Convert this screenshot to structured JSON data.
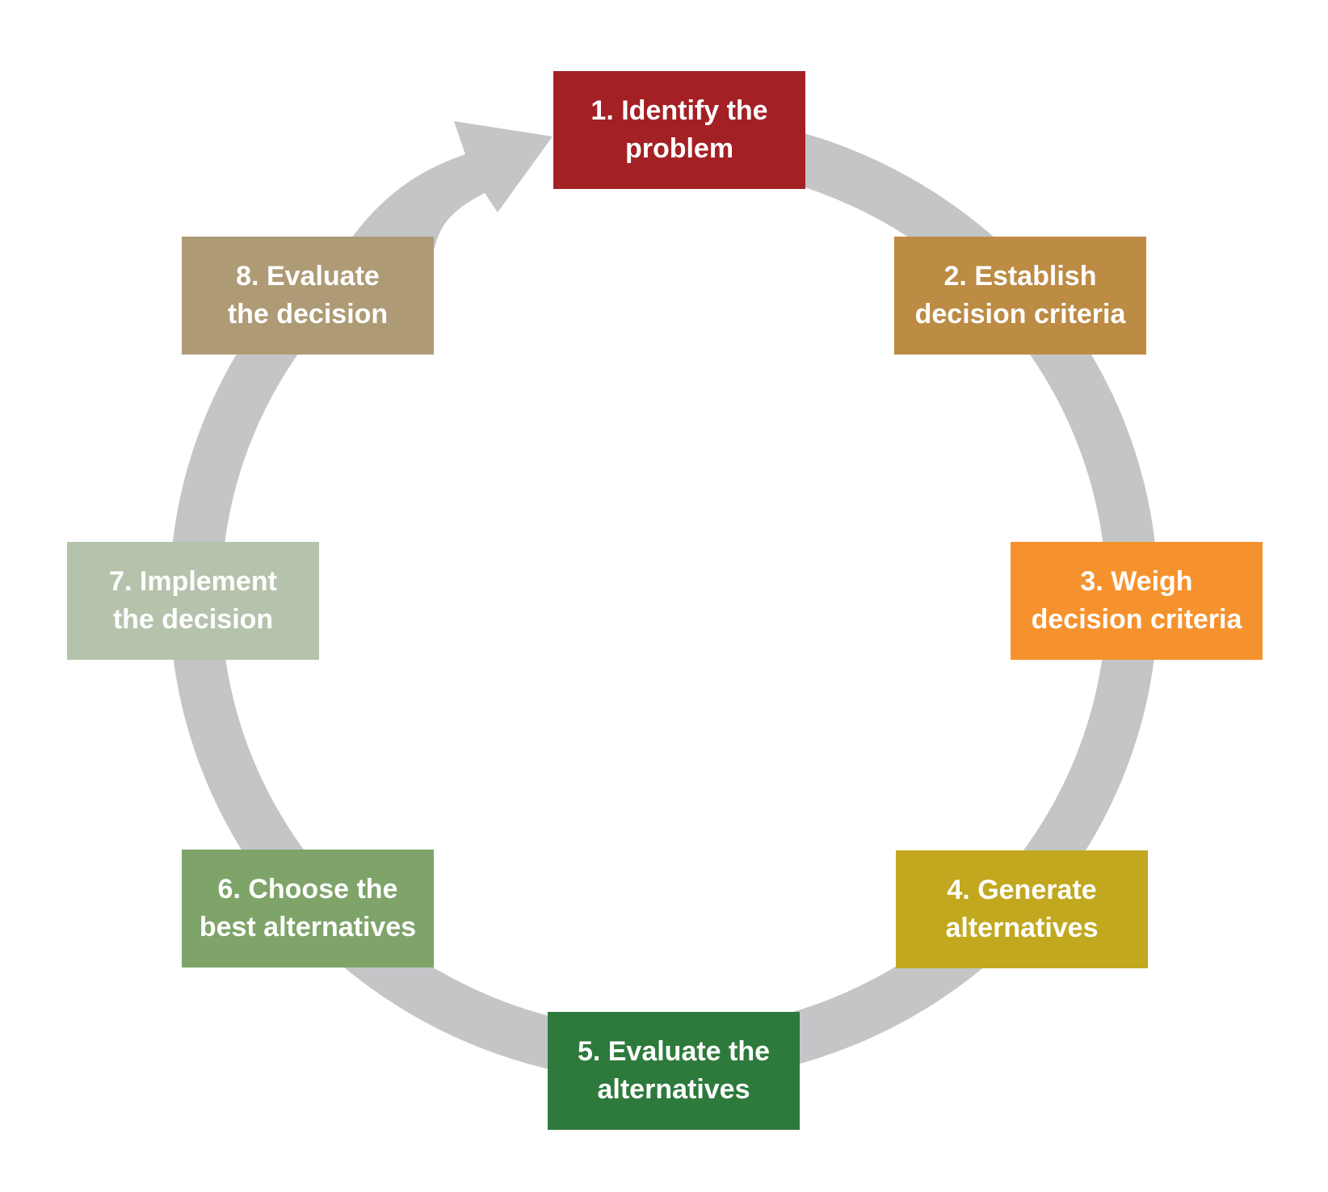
{
  "diagram": {
    "kind": "cycle-process-diagram",
    "direction": "clockwise",
    "palette": {
      "ring": "#C4C5C7",
      "arrow": "#C4C5C7",
      "label_text": "#FFFFFF",
      "background": "#FFFFFF"
    },
    "steps": [
      {
        "number": "1",
        "label": "1. Identify the problem",
        "line1": "1. Identify the",
        "line2": "problem",
        "color": "#A32025"
      },
      {
        "number": "2",
        "label": "2. Establish decision criteria",
        "line1": "2. Establish",
        "line2": "decision criteria",
        "color": "#BC8B44"
      },
      {
        "number": "3",
        "label": "3. Weigh decision criteria",
        "line1": "3. Weigh",
        "line2": "decision criteria",
        "color": "#F6922D"
      },
      {
        "number": "4",
        "label": "4. Generate alternatives",
        "line1": "4. Generate",
        "line2": "alternatives",
        "color": "#C1A81F"
      },
      {
        "number": "5",
        "label": "5. Evaluate the alternatives",
        "line1": "5. Evaluate the",
        "line2": "alternatives",
        "color": "#2D7A3C"
      },
      {
        "number": "6",
        "label": "6. Choose the best alternatives",
        "line1": "6. Choose the",
        "line2": "best alternatives",
        "color": "#7EA469"
      },
      {
        "number": "7",
        "label": "7. Implement the decision",
        "line1": "7. Implement",
        "line2": "the decision",
        "color": "#B6C3AC"
      },
      {
        "number": "8",
        "label": "8. Evaluate the decision",
        "line1": "8. Evaluate",
        "line2": "the decision",
        "color": "#AE9B76"
      }
    ]
  }
}
